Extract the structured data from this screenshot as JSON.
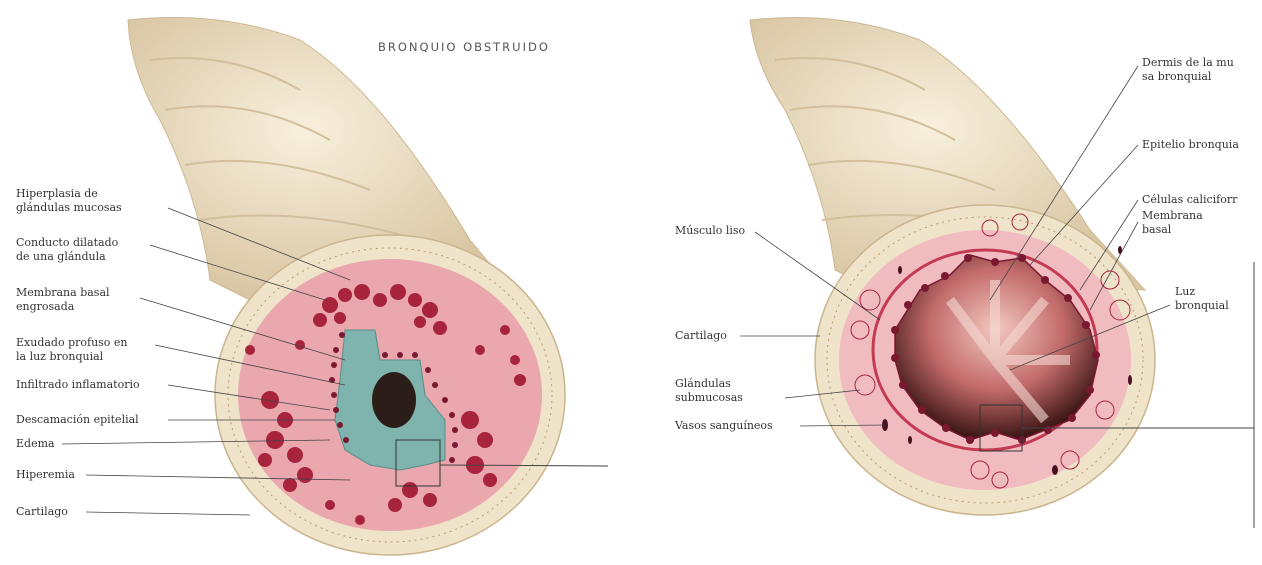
{
  "left_panel": {
    "title": "BRONQUIO OBSTRUIDO",
    "labels": {
      "hiperplasia": "Hiperplasia de\nglándulas mucosas",
      "conducto": "Conducto dilatado\nde una glándula",
      "membrana": "Membrana basal\nengrosada",
      "exudado": "Exudado profuso en\nla luz bronquial",
      "infiltrado": "Infiltrado inflamatorio",
      "descamacion": "Descamación epitelial",
      "edema": "Edema",
      "hiperemia": "Hiperemia",
      "cartilago": "Cartilago"
    }
  },
  "right_panel": {
    "labels": {
      "dermis": "Dermis de la mu\nsa bronquial",
      "epitelio": "Epitelio bronquia",
      "caliciformes": "Células caliciforr",
      "membrana": "Membrana\nbasal",
      "luz": "Luz\nbronquial",
      "musculo": "Músculo liso",
      "cartilago": "Cartilago",
      "glandulas": "Glándulas\nsubmucosas",
      "vasos": "Vasos sanguíneos"
    }
  },
  "colors": {
    "tissue_pink": "#e8a0a8",
    "gland_crimson": "#a8243c",
    "tube_beige": "#efe3c9",
    "exudate_teal": "#7fb3ad",
    "lumen_dark": "#3a1414",
    "leader_line": "#444444"
  }
}
